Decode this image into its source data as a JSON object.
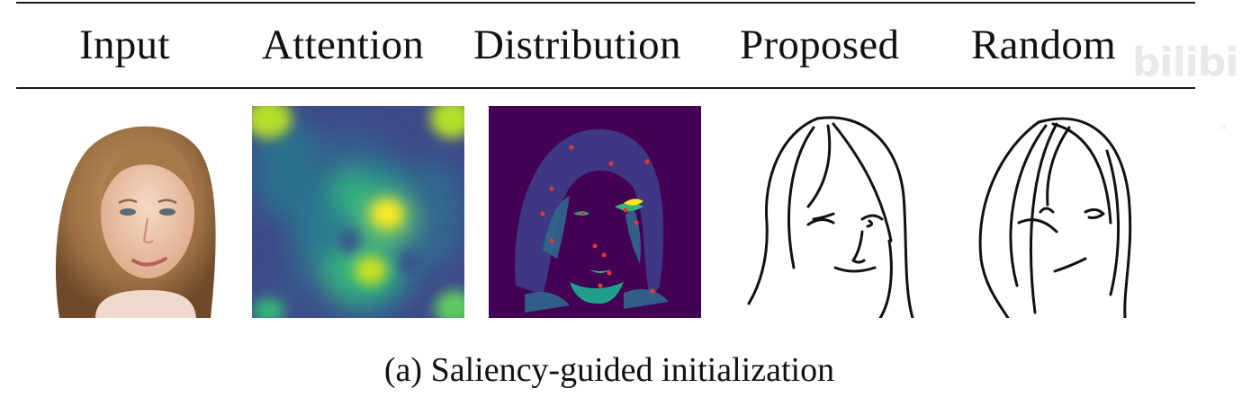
{
  "table": {
    "headers": [
      "Input",
      "Attention",
      "Distribution",
      "Proposed",
      "Random"
    ]
  },
  "caption": "(a) Saliency-guided initialization",
  "watermark": "bilibi",
  "colors": {
    "viridis_dark": "#440154",
    "viridis_mid": "#21918c",
    "viridis_bright": "#fde725",
    "sampled_points": "#e03b2f",
    "sketch_stroke": "#111111"
  }
}
